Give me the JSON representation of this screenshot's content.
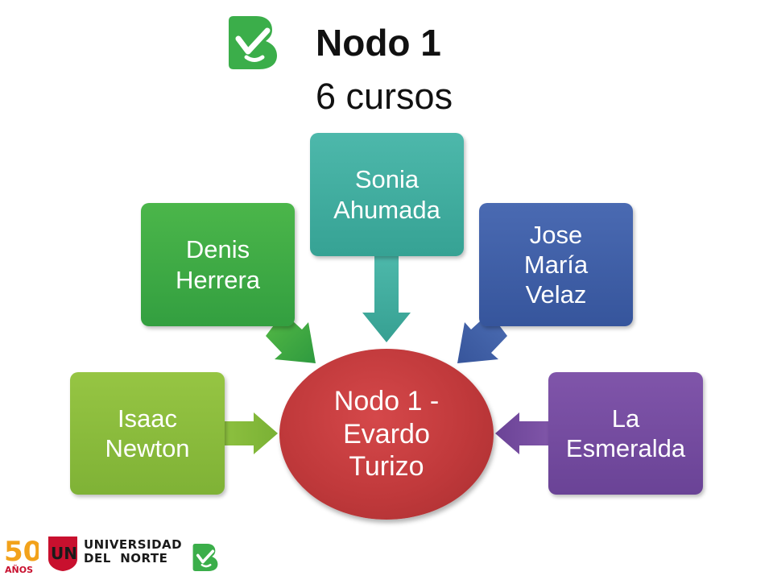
{
  "header": {
    "title": "Nodo 1",
    "subtitle": "6 cursos",
    "logo_icon": "check-badge-icon"
  },
  "diagram": {
    "center": {
      "label": "Nodo 1 -\nEvardo\nTurizo",
      "color": "#C0393B"
    },
    "nodes": [
      {
        "label": "Isaac\nNewton",
        "color": "#8DBE3C"
      },
      {
        "label": "Denis\nHerrera",
        "color": "#3FAE49"
      },
      {
        "label": "Sonia\nAhumada",
        "color": "#3FAFA1"
      },
      {
        "label": "Jose\nMaría\nVelaz",
        "color": "#3F5FA8"
      },
      {
        "label": "La\nEsmeralda",
        "color": "#7A4FA3"
      }
    ]
  },
  "footer": {
    "anniversary_number": "50",
    "anniversary_word": "AÑOS",
    "university_initials": "UN",
    "university_line1": "UNIVERSIDAD",
    "university_line2": "DEL  NORTE",
    "small_logo_icon": "check-badge-icon"
  },
  "colors": {
    "brand_green": "#3BAE4A",
    "university_red": "#C8102E"
  }
}
